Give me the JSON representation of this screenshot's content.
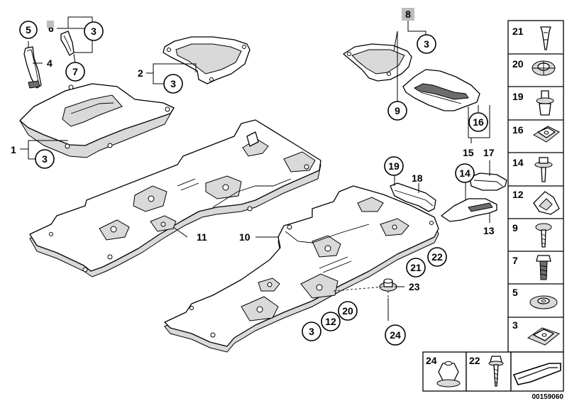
{
  "diagram": {
    "reference_code": "00159060",
    "callouts": [
      "1",
      "2",
      "3",
      "4",
      "5",
      "6",
      "7",
      "8",
      "9",
      "10",
      "11",
      "12",
      "13",
      "14",
      "15",
      "16",
      "17",
      "18",
      "19",
      "20",
      "21",
      "22",
      "23",
      "24"
    ],
    "legend": {
      "items": [
        {
          "number": "21",
          "icon": "push-rivet-icon"
        },
        {
          "number": "20",
          "icon": "expanding-rivet-icon"
        },
        {
          "number": "19",
          "icon": "plastic-nut-icon"
        },
        {
          "number": "16",
          "icon": "clip-nut-icon"
        },
        {
          "number": "14",
          "icon": "flange-screw-icon"
        },
        {
          "number": "12",
          "icon": "spring-clip-icon"
        },
        {
          "number": "9",
          "icon": "screw-icon"
        },
        {
          "number": "7",
          "icon": "hex-bolt-icon"
        },
        {
          "number": "5",
          "icon": "washer-icon"
        },
        {
          "number": "3",
          "icon": "speed-nut-icon"
        }
      ],
      "bottom_items": [
        {
          "number": "24",
          "icon": "hex-nut-icon"
        },
        {
          "number": "22",
          "icon": "tapping-screw-icon"
        }
      ]
    }
  }
}
